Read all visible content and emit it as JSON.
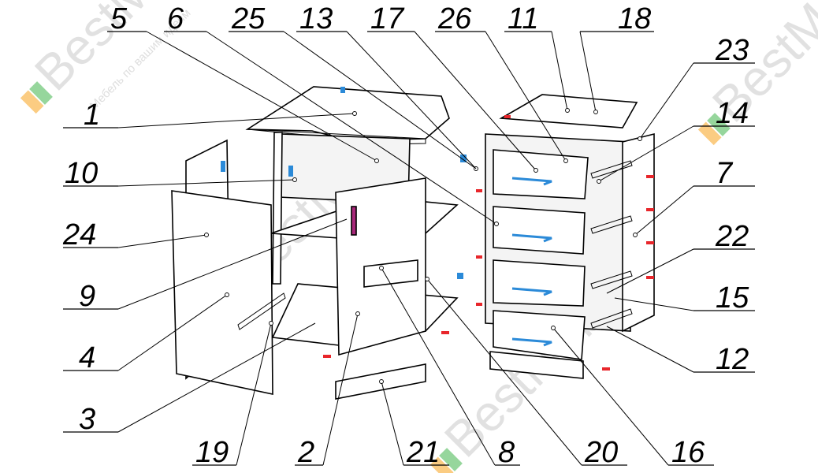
{
  "brand": {
    "watermark_text": "BestMebel",
    "watermark_tagline": "Мебель по вашим идеям",
    "colors": {
      "logo_orange": "#f7a21b",
      "logo_green": "#3fb54a",
      "logo_yellow": "#ffd24a",
      "fastener_red": "#e8262b",
      "fitting_blue": "#2b8ad8",
      "handle_purple": "#a8287a"
    }
  },
  "callouts": {
    "top": [
      "5",
      "6",
      "25",
      "13",
      "17",
      "26",
      "11",
      "18"
    ],
    "left": [
      "1",
      "10",
      "24",
      "9",
      "4",
      "3"
    ],
    "right": [
      "23",
      "14",
      "7",
      "22",
      "15",
      "12"
    ],
    "bottom": [
      "19",
      "2",
      "21",
      "8",
      "20",
      "16"
    ]
  }
}
